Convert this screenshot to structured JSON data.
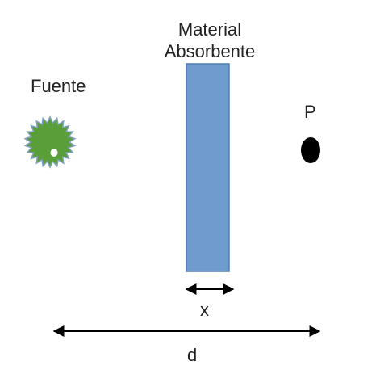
{
  "source": {
    "label": "Fuente",
    "color": "#5a9e3a",
    "edge_color": "#7f9fbf"
  },
  "absorber": {
    "label_line1": "Material",
    "label_line2": "Absorbente",
    "color": "#6f9bcf",
    "edge_color": "#4f7fb0"
  },
  "point": {
    "label": "P",
    "color": "#000000"
  },
  "dimensions": {
    "thickness_label": "x",
    "distance_label": "d"
  }
}
